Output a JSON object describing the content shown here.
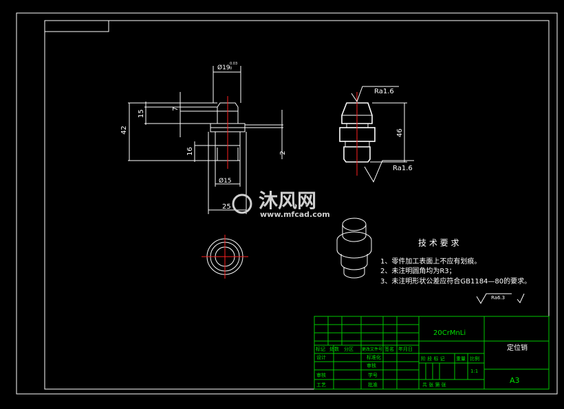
{
  "dimensions": {
    "dia_top": "Ø19",
    "dia_top_tol": "0.03",
    "dia_top_tol2": "0",
    "d15": "15",
    "d7": "7",
    "d42": "42",
    "d16": "16",
    "d2": "2",
    "dia15": "Ø15",
    "d25": "25",
    "d46": "46",
    "ra_top": "Ra1.6",
    "ra_bottom": "Ra1.6",
    "ra_general": "Ra6.3"
  },
  "tech": {
    "title": "技 术 要 求",
    "line1": "1、零件加工表面上不应有划痕。",
    "line2": "2、未注明圆角均为R3；",
    "line3": "3、未注明形状公差应符合GB1184—80的要求。"
  },
  "watermark": {
    "brand": "沐风网",
    "url": "www.mfcad.com"
  },
  "title_block": {
    "material": "20CrMnLi",
    "part_name": "定位销",
    "sheet": "A3",
    "h_mark": "标记",
    "h_count": "处数",
    "h_zone": "分区",
    "h_docno": "更改文件号",
    "h_sign": "签名",
    "h_date": "年月日",
    "h_design": "设计",
    "h_std": "标准化",
    "h_stage": "阶 段 标 记",
    "h_weight": "重量",
    "h_scale": "比例",
    "h_review": "审核",
    "h_process": "工艺",
    "h_approve": "批准",
    "h_check": "审核",
    "h_studno": "学号",
    "scale": "1:1",
    "sheets": "共  张  第  张"
  }
}
